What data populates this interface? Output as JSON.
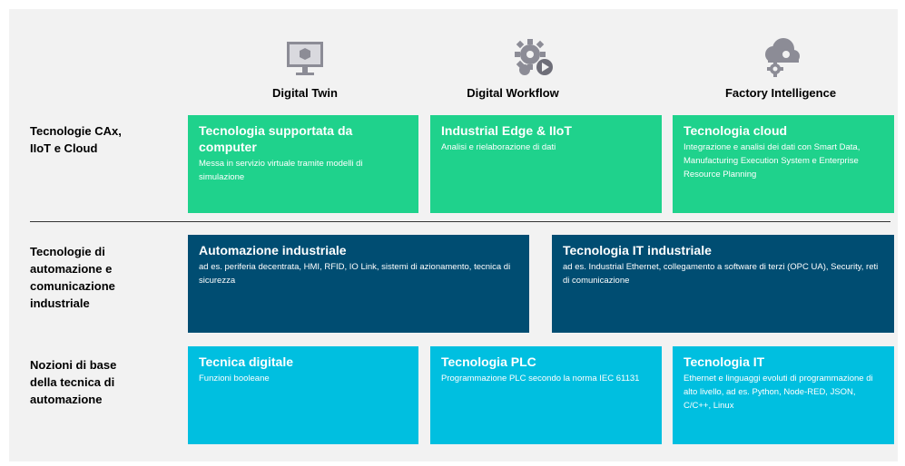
{
  "columns": [
    "Digital Twin",
    "Digital Workflow",
    "Factory Intelligence"
  ],
  "icons": [
    "monitor-cube-icon",
    "gears-play-icon",
    "cloud-gear-icon"
  ],
  "rows": [
    {
      "label": "Tecnologie CAx,\nIIoT e Cloud"
    },
    {
      "label": "Tecnologie di\nautomazione e\ncomunicazione\nindustriale"
    },
    {
      "label": "Nozioni di base\ndella tecnica di\nautomazione"
    }
  ],
  "boxes": {
    "r1c1": {
      "title": "Tecnologia supportata da computer",
      "desc": "Messa in servizio virtuale tramite modelli di simulazione"
    },
    "r1c2": {
      "title": "Industrial Edge & IIoT",
      "desc": "Analisi e rielaborazione di dati"
    },
    "r1c3": {
      "title": "Tecnologia cloud",
      "desc": "Integrazione e analisi dei dati con Smart Data, Manufacturing Execution System e Enterprise Resource Planning"
    },
    "r2c1": {
      "title": "Automazione industriale",
      "desc": "ad es. periferia decentrata, HMI, RFID, IO Link, sistemi di azionamento, tecnica di sicurezza"
    },
    "r2c2": {
      "title": "Tecnologia IT industriale",
      "desc": "ad es. Industrial Ethernet, collegamento a software di terzi (OPC UA), Security, reti di comunicazione"
    },
    "r3c1": {
      "title": "Tecnica digitale",
      "desc": "Funzioni booleane"
    },
    "r3c2": {
      "title": "Tecnologia PLC",
      "desc": "Programmazione PLC secondo la norma IEC 61131"
    },
    "r3c3": {
      "title": "Tecnologia IT",
      "desc": "Ethernet e linguaggi evoluti di programmazione di alto livello, ad es. Python, Node-RED, JSON, C/C++, Linux"
    }
  },
  "colors": {
    "green": "#1fd28c",
    "navy": "#004d72",
    "cyan": "#00bfe0",
    "icon_grey": "#8c8c96"
  }
}
